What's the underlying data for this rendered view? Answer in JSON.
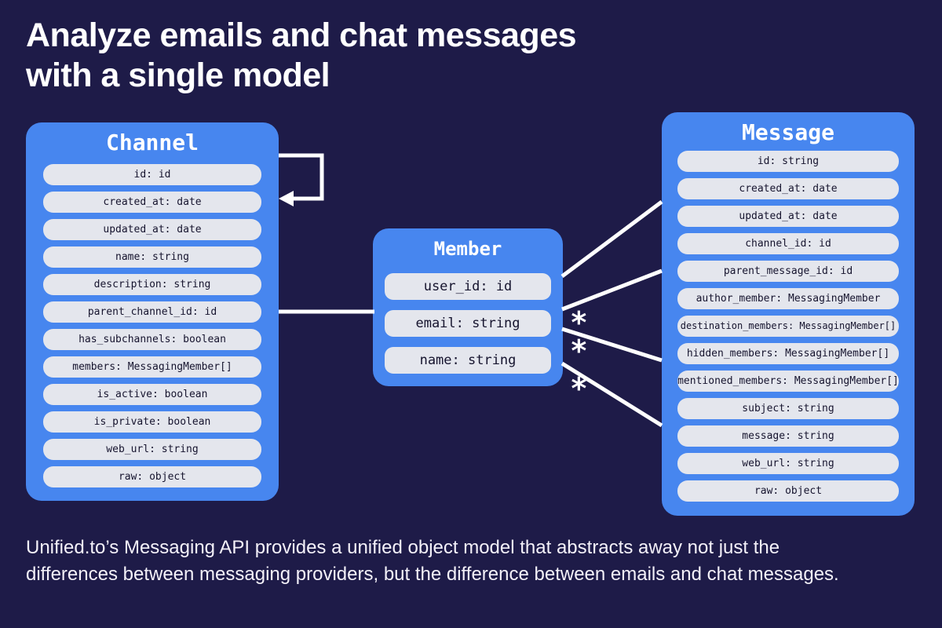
{
  "page": {
    "title_line1": "Analyze emails and chat messages",
    "title_line2": "with a single model",
    "description": "Unified.to’s Messaging API provides a unified object model that abstracts away not just the differences between messaging providers, but the difference between emails and chat messages."
  },
  "diagram": {
    "entities": [
      {
        "name": "Channel",
        "fields": [
          "id: id",
          "created_at: date",
          "updated_at: date",
          "name: string",
          "description: string",
          "parent_channel_id: id",
          "has_subchannels: boolean",
          "members: MessagingMember[]",
          "is_active: boolean",
          "is_private: boolean",
          "web_url: string",
          "raw: object"
        ]
      },
      {
        "name": "Member",
        "fields": [
          "user_id: id",
          "email: string",
          "name: string"
        ]
      },
      {
        "name": "Message",
        "fields": [
          "id: string",
          "created_at: date",
          "updated_at: date",
          "channel_id: id",
          "parent_message_id: id",
          "author_member: MessagingMember",
          "destination_members: MessagingMember[]",
          "hidden_members: MessagingMember[]",
          "mentioned_members: MessagingMember[]",
          "subject: string",
          "message: string",
          "web_url: string",
          "raw: object"
        ]
      }
    ],
    "multiplicity_labels": [
      "*",
      "*",
      "*"
    ]
  },
  "colors": {
    "background": "#1e1b48",
    "entity_blue": "#4786ef",
    "pill_gray": "#e4e6ed",
    "pill_text": "#16142e",
    "connector_white": "#ffffff"
  }
}
